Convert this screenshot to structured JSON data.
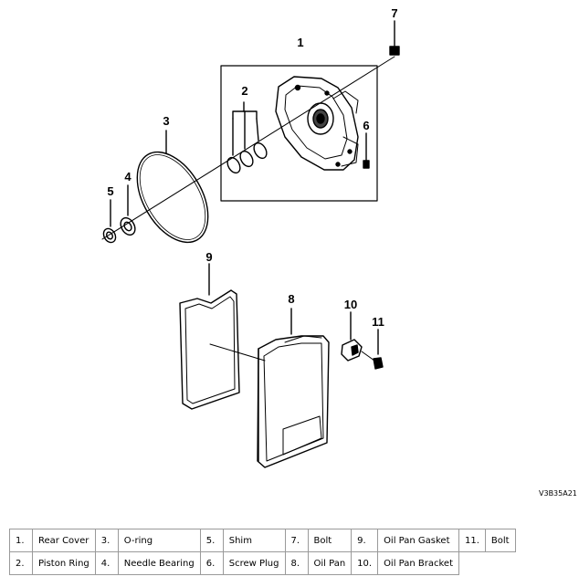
{
  "callouts": [
    "1",
    "2",
    "3",
    "4",
    "5",
    "6",
    "7",
    "8",
    "9",
    "10",
    "11"
  ],
  "drawing_code": "V3B35A21",
  "legend": {
    "row1": [
      {
        "num": "1.",
        "name": "Rear Cover"
      },
      {
        "num": "3.",
        "name": "O-ring"
      },
      {
        "num": "5.",
        "name": "Shim"
      },
      {
        "num": "7.",
        "name": "Bolt"
      },
      {
        "num": "9.",
        "name": "Oil Pan Gasket"
      },
      {
        "num": "11.",
        "name": "Bolt"
      }
    ],
    "row2": [
      {
        "num": "2.",
        "name": "Piston Ring"
      },
      {
        "num": "4.",
        "name": "Needle Bearing"
      },
      {
        "num": "6.",
        "name": "Screw Plug"
      },
      {
        "num": "8.",
        "name": "Oil Pan"
      },
      {
        "num": "10.",
        "name": "Oil Pan Bracket"
      }
    ]
  }
}
